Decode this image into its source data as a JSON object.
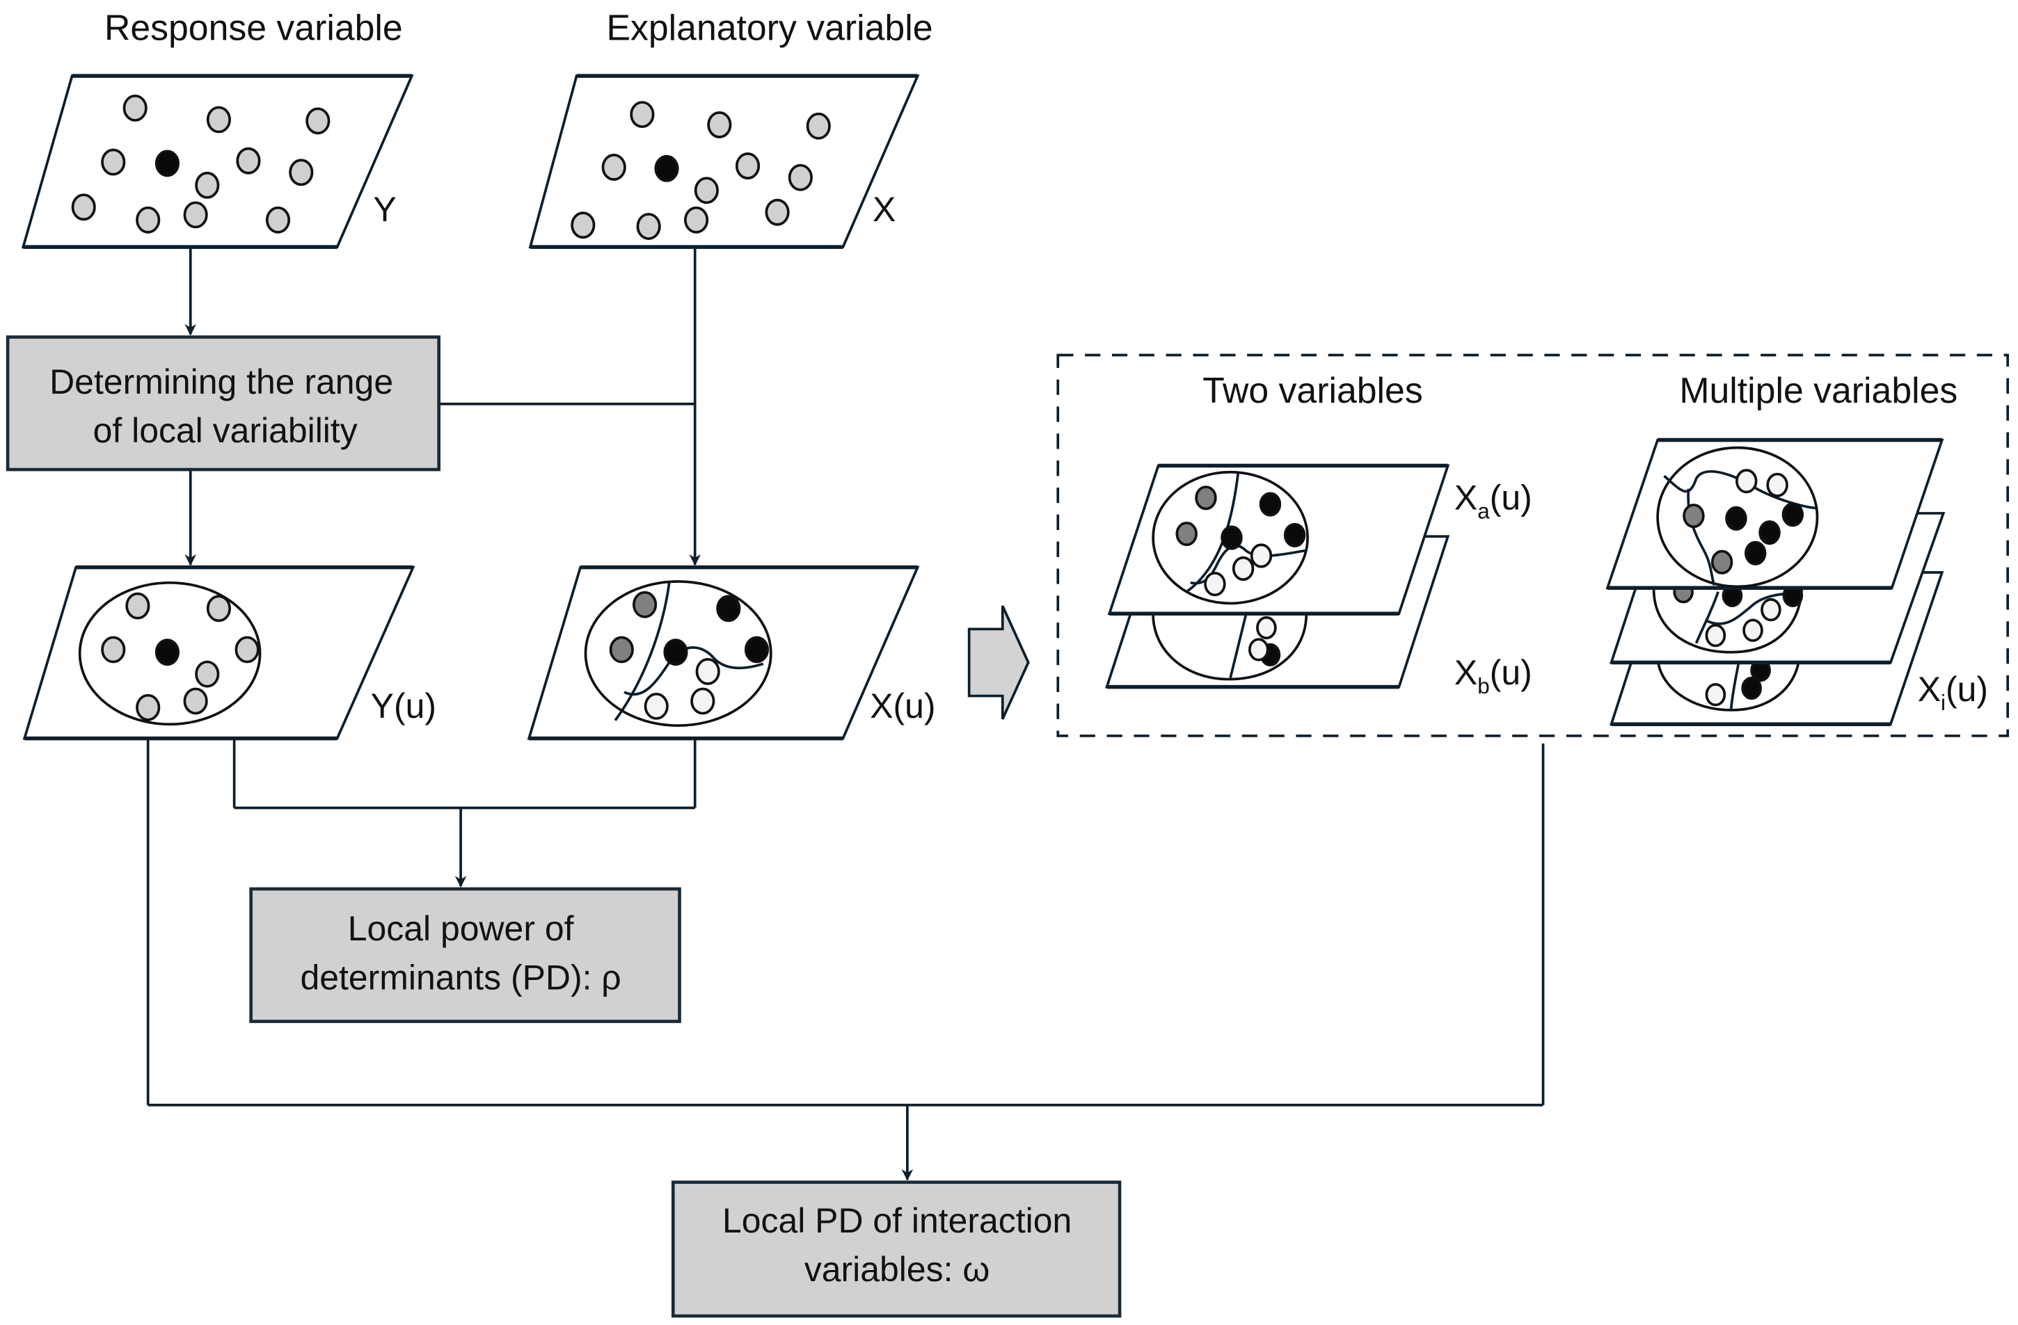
{
  "top_labels": {
    "response": "Response variable",
    "explanatory": "Explanatory variable"
  },
  "plane_labels": {
    "y": "Y",
    "x": "X",
    "yu": "Y(u)",
    "xu": "X(u)"
  },
  "boxes": {
    "range": [
      "Determining the range",
      "of local variability"
    ],
    "pd": [
      "Local power of",
      "determinants (PD): ρ"
    ],
    "interaction": [
      "Local PD of interaction",
      "variables: ω"
    ]
  },
  "panel": {
    "two_title": "Two variables",
    "multi_title": "Multiple variables",
    "xa": {
      "base": "X",
      "sub": "a",
      "tail": "(u)"
    },
    "xb": {
      "base": "X",
      "sub": "b",
      "tail": "(u)"
    },
    "xi": {
      "base": "X",
      "sub": "i",
      "tail": "(u)"
    }
  },
  "colors": {
    "box_fill": "#d1d1d1",
    "dot_light": "#d0d0d0",
    "dot_mid": "#808080",
    "dot_dark": "#0a0a0a",
    "dot_white": "#f4f4f4",
    "line": "#0e1e2b"
  }
}
